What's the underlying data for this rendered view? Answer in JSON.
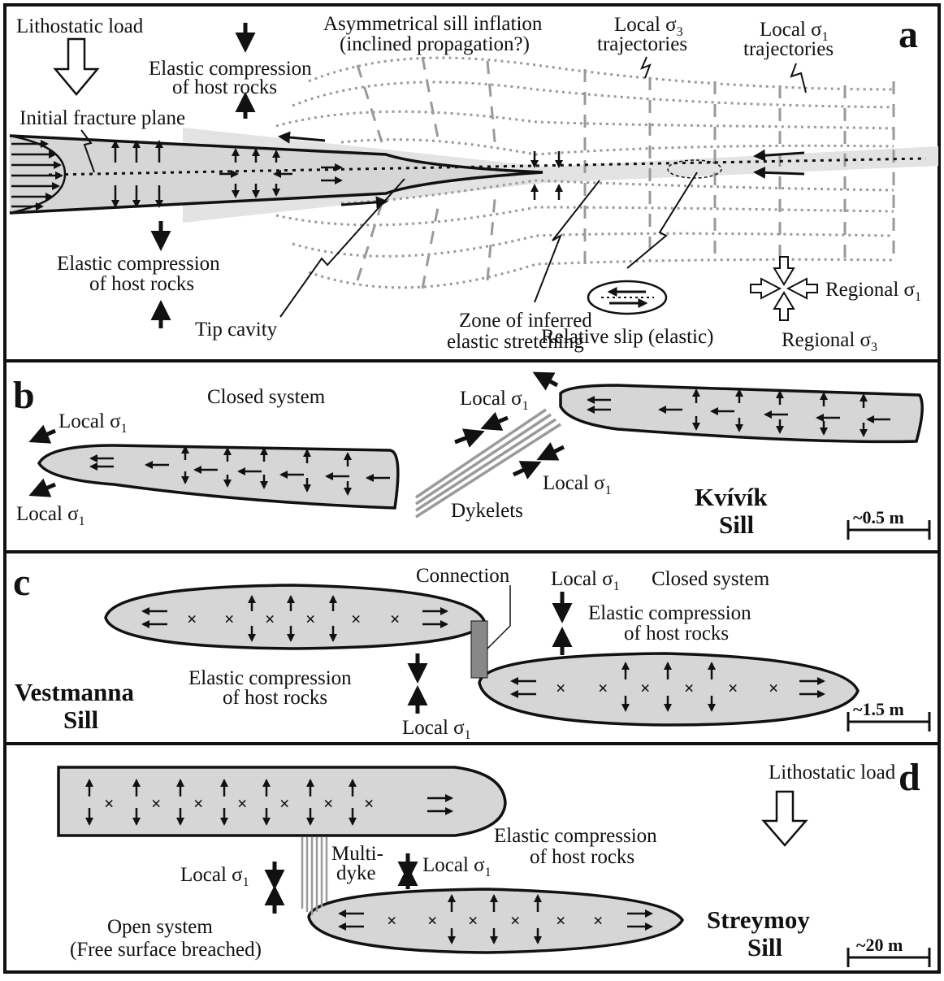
{
  "panels": {
    "a": {
      "letter": "a",
      "lithostatic_load": "Lithostatic load",
      "elastic_compression_top": [
        "Elastic compression",
        "of host rocks"
      ],
      "elastic_compression_bottom": [
        "Elastic compression",
        "of host rocks"
      ],
      "initial_fracture_plane": "Initial fracture plane",
      "asymmetrical": [
        "Asymmetrical sill inflation",
        "(inclined propagation?)"
      ],
      "local_sigma3": {
        "text": "Local σ",
        "sub": "3",
        "line2": "trajectories"
      },
      "local_sigma1": {
        "text": "Local σ",
        "sub": "1",
        "line2": "trajectories"
      },
      "tip_cavity": "Tip cavity",
      "zone": [
        "Zone of inferred",
        "elastic stretching"
      ],
      "relative_slip": "Relative slip (elastic)",
      "regional_sigma1": {
        "text": "Regional σ",
        "sub": "1"
      },
      "regional_sigma3": {
        "text": "Regional σ",
        "sub": "3"
      }
    },
    "b": {
      "letter": "b",
      "closed_system": "Closed system",
      "local_sigma1": {
        "text": "Local σ",
        "sub": "1"
      },
      "dykelets": "Dykelets",
      "name": [
        "Kvívík",
        "Sill"
      ],
      "scale": "~0.5 m"
    },
    "c": {
      "letter": "c",
      "connection": "Connection",
      "local_sigma1": {
        "text": "Local σ",
        "sub": "1"
      },
      "closed_system": "Closed system",
      "elastic_compression_right": [
        "Elastic compression",
        "of host rocks"
      ],
      "elastic_compression_left": [
        "Elastic compression",
        "of host rocks"
      ],
      "name": [
        "Vestmanna",
        "Sill"
      ],
      "scale": "~1.5 m"
    },
    "d": {
      "letter": "d",
      "lithostatic_load": "Lithostatic load",
      "elastic_compression": [
        "Elastic compression",
        "of host rocks"
      ],
      "multidyke": [
        "Multi-",
        "dyke"
      ],
      "local_sigma1": {
        "text": "Local σ",
        "sub": "1"
      },
      "open_system": [
        "Open system",
        "(Free surface breached)"
      ],
      "name": [
        "Streymoy",
        "Sill"
      ],
      "scale": "~20 m"
    }
  }
}
